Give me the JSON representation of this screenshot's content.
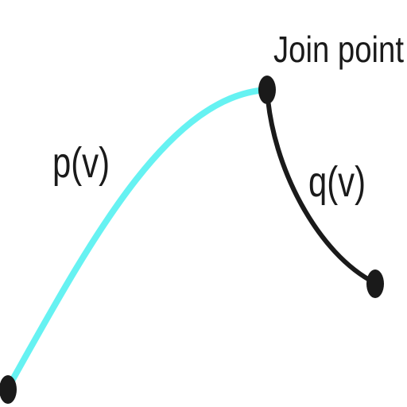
{
  "colors": {
    "background": "#ffffff",
    "curve_p": "#66f2f2",
    "curve_q": "#1a1a1a",
    "points": "#1a1a1a"
  },
  "labels": {
    "join_point": "Join point",
    "curve_p": "p(v)",
    "curve_q": "q(v)"
  }
}
